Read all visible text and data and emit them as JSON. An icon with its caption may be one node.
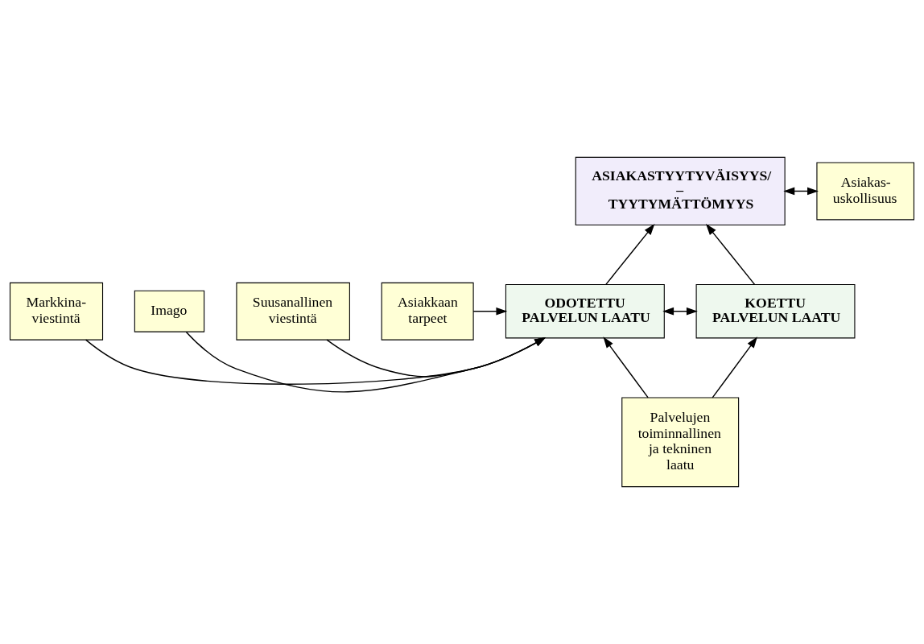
{
  "diagram": {
    "nodes": [
      {
        "text": [
          "Markkina- viestintä"
        ]
      },
      {
        "text": [
          "Imago"
        ]
      },
      {
        "text": [
          "Suusanallinen viestintä"
        ]
      },
      {
        "text": [
          "Asiakkaan tarpeet"
        ]
      },
      {
        "text": [
          "ODOTETTU PALVELUN LAATU"
        ]
      },
      {
        "text": [
          "KOETTU PALVELUN LAATU"
        ]
      },
      {
        "text": [
          "ASIAKASTYYTYVÄISYYS/ – TYYTYMÄTTÖMYYS"
        ]
      },
      {
        "text": [
          "Asiakas- uskollisuus"
        ]
      },
      {
        "text": [
          "Palvelujen toiminnallinen ja tekninen laatu"
        ]
      }
    ],
    "edges": [
      {
        "from": 0,
        "to": 4,
        "arrow": "to"
      },
      {
        "from": 1,
        "to": 4,
        "arrow": "to"
      },
      {
        "from": 2,
        "to": 4,
        "arrow": "to"
      },
      {
        "from": 3,
        "to": 4,
        "arrow": "to"
      },
      {
        "from": 4,
        "to": 5,
        "arrow": "both"
      },
      {
        "from": 4,
        "to": 6,
        "arrow": "to"
      },
      {
        "from": 5,
        "to": 6,
        "arrow": "to"
      },
      {
        "from": 6,
        "to": 7,
        "arrow": "both"
      },
      {
        "from": 8,
        "to": 4,
        "arrow": "to"
      },
      {
        "from": 8,
        "to": 5,
        "arrow": "to"
      }
    ]
  }
}
